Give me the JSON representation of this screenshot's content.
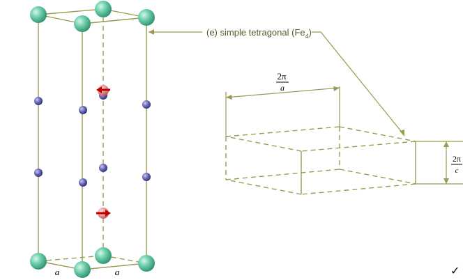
{
  "label": {
    "prefix": "(e) simple tetragonal (Fe",
    "subscript": "4",
    "suffix": ")"
  },
  "lattice_a": "a",
  "reciprocal": {
    "a_numerator": "2π",
    "a_denominator": "a",
    "c_numerator": "2π",
    "c_denominator": "c"
  },
  "checkmark": "✓",
  "colors": {
    "line": "#9a9a52",
    "large_atom": "#5cc4a0",
    "small_atom": "#5a5aa8",
    "spin_atom": "#e08080",
    "arrow": "#c00000"
  }
}
